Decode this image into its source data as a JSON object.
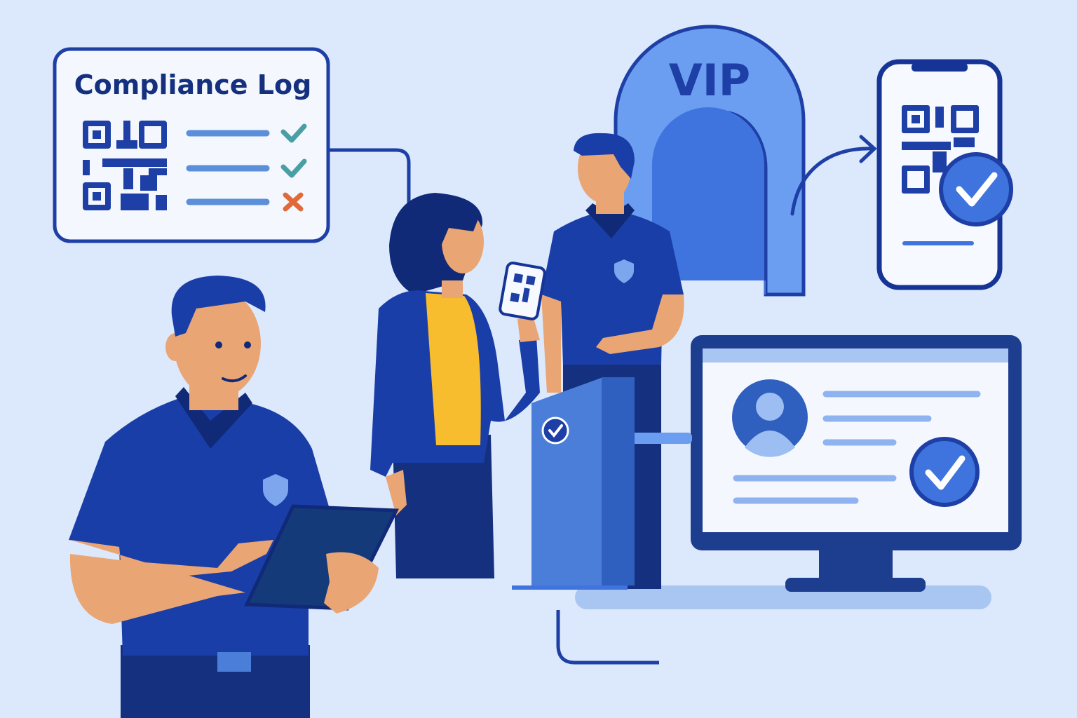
{
  "compliance_log": {
    "title": "Compliance Log",
    "entries": [
      {
        "status": "pass",
        "icon": "check-icon"
      },
      {
        "status": "pass",
        "icon": "check-icon"
      },
      {
        "status": "fail",
        "icon": "x-icon"
      }
    ]
  },
  "vip_gate": {
    "label": "VIP"
  },
  "colors": {
    "background": "#dce8fb",
    "navy": "#1d3fa6",
    "dark_navy": "#14307f",
    "accent_blue": "#3f74de",
    "light_blue": "#6b9ef0",
    "pass": "#4a9fa5",
    "fail": "#e06a3a",
    "yellow": "#f7bd2f",
    "skin": "#eaa574"
  }
}
